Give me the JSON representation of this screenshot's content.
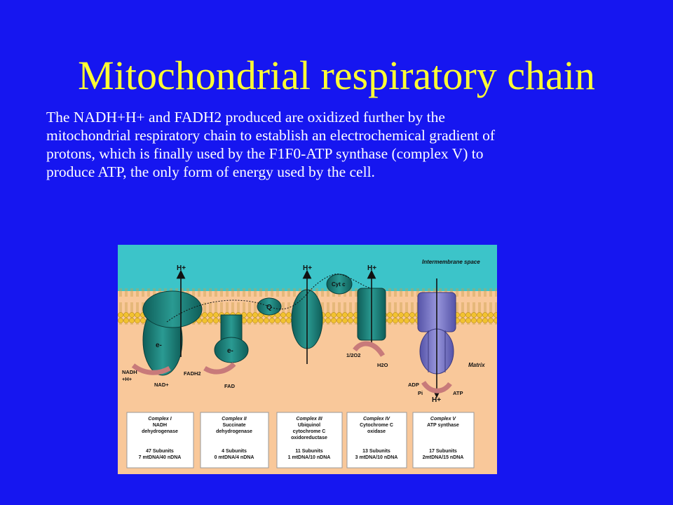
{
  "slide": {
    "title": "Mitochondrial respiratory chain",
    "body_lines": [
      "The NADH+H+ and FADH2 produced are oxidized further by the",
      "mitochondrial respiratory chain to establish an electrochemical gradient of",
      "protons, which is finally used by the F1F0-ATP synthase (complex V) to",
      "produce ATP, the only form of energy used by the cell."
    ]
  },
  "colors": {
    "background": "#1616f0",
    "title": "#ffff33",
    "body_text": "#ffffff",
    "intermembrane": "#3cc4c9",
    "matrix": "#f9c89a",
    "membrane_head": "#f2c230",
    "complex_teal": "#1a7d77",
    "complex_v": "#7b79c8",
    "arrow_pink": "#c87a7a"
  },
  "diagram": {
    "regions": {
      "intermembrane": "Intermembrane space",
      "matrix": "Matrix"
    },
    "proton_labels": [
      "H+",
      "H+",
      "H+",
      "H+"
    ],
    "electron_labels": [
      "e-",
      "e-"
    ],
    "carriers": {
      "ubiquinone": "Q",
      "cytochrome": "Cyt c"
    },
    "reactions": {
      "nadh": "NADH",
      "nadh_h": "+H+",
      "nad": "NAD+",
      "fadh2": "FADH2",
      "fad": "FAD",
      "o2": "1/2O2",
      "h2o": "H2O",
      "adp": "ADP",
      "pi": "Pi",
      "atp": "ATP"
    },
    "complexes": [
      {
        "name": "Complex I",
        "desc1": "NADH",
        "desc2": "dehydrogenase",
        "desc3": "",
        "subunits": "47 Subunits",
        "dna": "7 mtDNA/40 nDNA"
      },
      {
        "name": "Complex II",
        "desc1": "Succinate",
        "desc2": "dehydrogenase",
        "desc3": "",
        "subunits": "4 Subunits",
        "dna": "0 mtDNA/4 nDNA"
      },
      {
        "name": "Complex III",
        "desc1": "Ubiquinol",
        "desc2": "cytochrome C",
        "desc3": "oxidoreductase",
        "subunits": "11 Subunits",
        "dna": "1 mtDNA/10 nDNA"
      },
      {
        "name": "Complex IV",
        "desc1": "Cytochrome C",
        "desc2": "oxidase",
        "desc3": "",
        "subunits": "13 Subunits",
        "dna": "3 mtDNA/10 nDNA"
      },
      {
        "name": "Complex V",
        "desc1": "ATP synthase",
        "desc2": "",
        "desc3": "",
        "subunits": "17 Subunits",
        "dna": "2mtDNA/15 nDNA"
      }
    ]
  }
}
